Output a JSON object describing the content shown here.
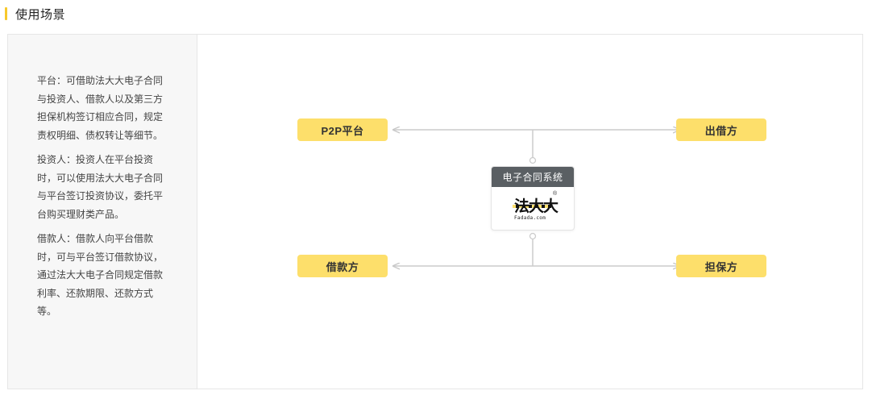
{
  "section": {
    "title": "使用场景",
    "accent_color": "#f7c82b"
  },
  "descriptions": [
    "平台：可借助法大大电子合同与投资人、借款人以及第三方担保机构签订相应合同，规定责权明细、债权转让等细节。",
    "投资人：投资人在平台投资时，可以使用法大大电子合同与平台签订投资协议，委托平台购买理财类产品。",
    "借款人：借款人向平台借款时，可与平台签订借款协议，通过法大大电子合同规定借款利率、还款期限、还款方式等。"
  ],
  "diagram": {
    "center": {
      "header": "电子合同系统",
      "logo_text": "法大大",
      "logo_sub": "Fadada.com",
      "logo_reg": "®"
    },
    "nodes": {
      "top_left": "P2P平台",
      "top_right": "出借方",
      "bottom_left": "借款方",
      "bottom_right": "担保方"
    },
    "colors": {
      "node_fill": "#fddf6b",
      "line": "#cccccc",
      "card_header": "#5a5f63"
    }
  }
}
